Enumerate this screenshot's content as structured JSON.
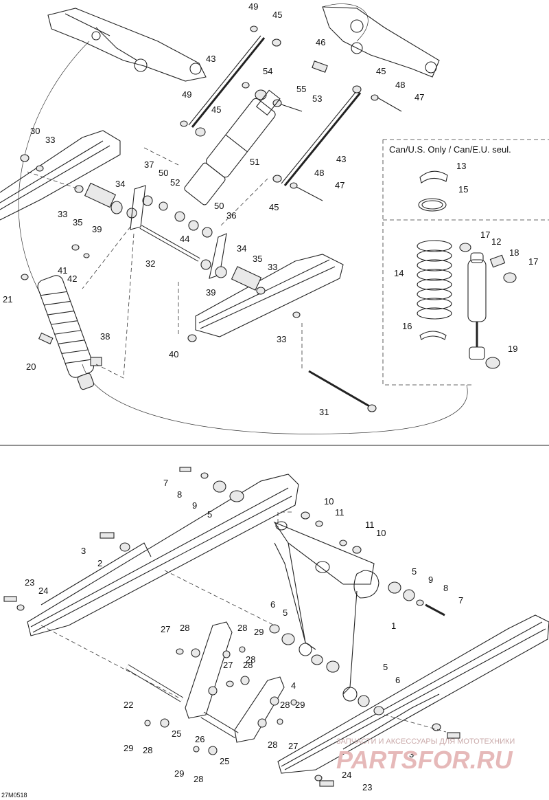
{
  "inset": {
    "title": "Can/U.S. Only / Can/E.U. seul."
  },
  "footer": {
    "code": "27M0518"
  },
  "watermark": {
    "small": "ЗАПЧАСТИ И АКСЕССУАРЫ ДЛЯ МОТОТЕХНИКИ",
    "big": "PARTSFOR.RU"
  },
  "top_callouts": [
    "49",
    "45",
    "46",
    "43",
    "54",
    "55",
    "53",
    "45",
    "48",
    "47",
    "49",
    "45",
    "30",
    "33",
    "51",
    "43",
    "37",
    "34",
    "50",
    "52",
    "13",
    "15",
    "48",
    "47",
    "45",
    "33",
    "35",
    "39",
    "50",
    "36",
    "44",
    "17",
    "12",
    "18",
    "17",
    "41",
    "42",
    "32",
    "34",
    "35",
    "39",
    "33",
    "14",
    "21",
    "38",
    "33",
    "16",
    "19",
    "20",
    "40",
    "31"
  ],
  "bottom_callouts": [
    "7",
    "8",
    "9",
    "5",
    "10",
    "11",
    "11",
    "10",
    "3",
    "2",
    "5",
    "9",
    "8",
    "7",
    "23",
    "24",
    "6",
    "5",
    "1",
    "27",
    "28",
    "28",
    "29",
    "27",
    "28",
    "4",
    "5",
    "6",
    "22",
    "28",
    "29",
    "28",
    "29",
    "28",
    "25",
    "26",
    "28",
    "27",
    "29",
    "28",
    "25",
    "3",
    "24",
    "23"
  ]
}
